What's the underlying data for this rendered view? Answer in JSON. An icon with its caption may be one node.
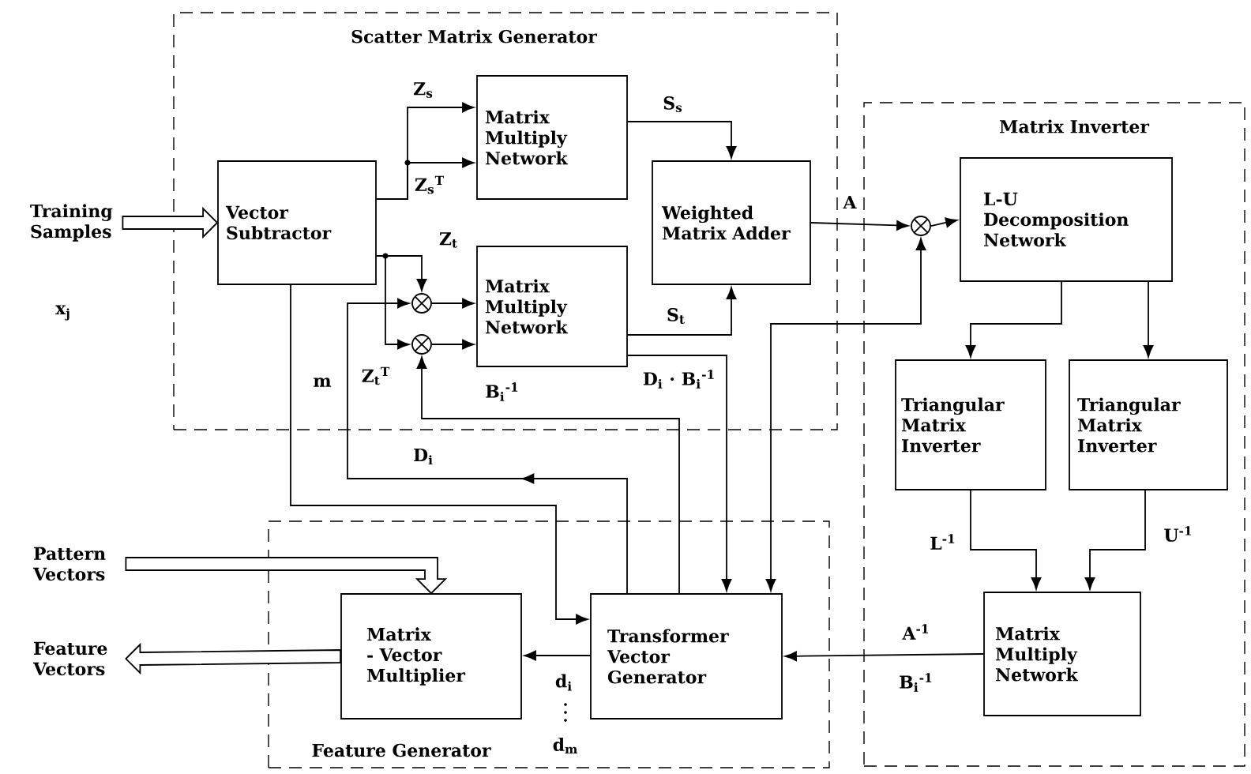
{
  "diagram": {
    "nodes": [
      {
        "text": [
          "Scatter Matrix Generator"
        ]
      },
      {
        "text": [
          "Vector Subtractor"
        ],
        "in": 0
      },
      {
        "text": [
          "Matrix Multiply Network"
        ],
        "in": 0
      },
      {
        "text": [
          "Matrix Multiply Network"
        ],
        "in": 0
      },
      {
        "text": [
          "Weighted Matrix Adder"
        ],
        "in": 0
      },
      {
        "text": [],
        "shape": "circle",
        "in": 0
      },
      {
        "text": [],
        "shape": "circle",
        "in": 0
      },
      {
        "text": [
          "Matrix Inverter"
        ]
      },
      {
        "text": [],
        "shape": "circle",
        "in": 7
      },
      {
        "text": [
          "L-U Decomposition Network"
        ],
        "in": 7
      },
      {
        "text": [
          "Triangular Matrix Inverter"
        ],
        "in": 7
      },
      {
        "text": [
          "Triangular Matrix Inverter"
        ],
        "in": 7
      },
      {
        "text": [
          "Matrix Multiply Network"
        ],
        "in": 7
      },
      {
        "text": [
          "Feature Generator"
        ]
      },
      {
        "text": [
          "Matrix - Vector Multiplier"
        ],
        "in": 13
      },
      {
        "text": [
          "Transformer Vector Generator"
        ],
        "in": 13
      },
      {
        "text": [
          "Training Samples"
        ]
      },
      {
        "text": [
          "Pattern Vectors"
        ]
      },
      {
        "text": [
          "Feature Vectors"
        ]
      }
    ],
    "edges": [
      {
        "from": 16,
        "to": 1,
        "arrow": "to",
        "style": "thick"
      },
      {
        "from": 1,
        "to": 2,
        "arrow": "to",
        "label": "Z$_{s}$"
      },
      {
        "from": 1,
        "to": 2,
        "arrow": "to",
        "label": "Z$_{s}$$^{T}$"
      },
      {
        "from": 1,
        "to": 5,
        "arrow": "to",
        "label": "Z$_{t}$"
      },
      {
        "from": 1,
        "to": 6,
        "arrow": "to",
        "label": "Z$_{t}$$^{T}$"
      },
      {
        "from": 5,
        "to": 3,
        "arrow": "to"
      },
      {
        "from": 6,
        "to": 3,
        "arrow": "to"
      },
      {
        "from": 2,
        "to": 4,
        "arrow": "to",
        "label": "S$_{s}$"
      },
      {
        "from": 3,
        "to": 4,
        "arrow": "to",
        "label": "S$_{t}$"
      },
      {
        "from": 4,
        "to": 8,
        "arrow": "to",
        "label": "A"
      },
      {
        "from": 8,
        "to": 9,
        "arrow": "to"
      },
      {
        "from": 3,
        "to": 15,
        "arrow": "to",
        "label": "D$_{i}$ · B$_{i}$$^{-1}$"
      },
      {
        "from": 15,
        "to": 8,
        "arrow": "both"
      },
      {
        "from": 15,
        "to": 6,
        "arrow": "to",
        "label": "B$_{i}$$^{-1}$"
      },
      {
        "from": 15,
        "to": 5,
        "arrow": "to",
        "label": "D$_{i}$"
      },
      {
        "from": 1,
        "to": 15,
        "arrow": "to",
        "label": "m"
      },
      {
        "from": 17,
        "to": 14,
        "arrow": "to",
        "style": "thick"
      },
      {
        "from": 14,
        "to": 18,
        "arrow": "to",
        "style": "thick"
      },
      {
        "from": 15,
        "to": 14,
        "arrow": "to",
        "label": "d$_{i}$"
      },
      {
        "from": 9,
        "to": 10,
        "arrow": "to"
      },
      {
        "from": 9,
        "to": 11,
        "arrow": "to"
      },
      {
        "from": 10,
        "to": 12,
        "arrow": "to",
        "label": "L$^{-1}$"
      },
      {
        "from": 11,
        "to": 12,
        "arrow": "to",
        "label": "U$^{-1}$"
      },
      {
        "from": 12,
        "to": 15,
        "arrow": "to",
        "label": "A$^{-1}$"
      }
    ],
    "labels": [
      "x$_{j}$",
      "B$_{i}$$^{-1}$",
      "d$_{m}$"
    ]
  }
}
